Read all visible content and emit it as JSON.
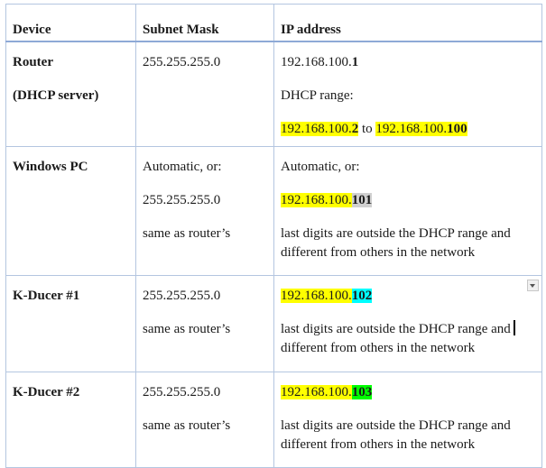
{
  "table": {
    "headers": [
      "Device",
      "Subnet Mask",
      "IP address"
    ],
    "rows": [
      {
        "device": [
          "Router",
          "(DHCP server)"
        ],
        "subnet": [
          "255.255.255.0"
        ],
        "ip": {
          "address_prefix": "192.168.100.",
          "address_suffix": "1",
          "range_label": "DHCP range:",
          "range_start_prefix": "192.168.100.",
          "range_start_suffix": "2",
          "range_to": "to",
          "range_end_prefix": "192.168.100.",
          "range_end_suffix": "100"
        }
      },
      {
        "device": [
          "Windows PC"
        ],
        "subnet": [
          "Automatic, or:",
          "255.255.255.0",
          "same as router’s"
        ],
        "ip": {
          "auto_label": "Automatic, or:",
          "address_prefix": "192.168.100.",
          "address_suffix": "101",
          "note": "last digits are outside the DHCP range and different from others in the network"
        }
      },
      {
        "device": [
          "K-Ducer #1"
        ],
        "subnet": [
          "255.255.255.0",
          "same as router’s"
        ],
        "ip": {
          "address_prefix": "192.168.100.",
          "address_suffix": "102",
          "note_line1": "last digits are outside the DHCP range and",
          "note_line2": "different from others in the network"
        }
      },
      {
        "device": [
          "K-Ducer #2"
        ],
        "subnet": [
          "255.255.255.0",
          "same as router’s"
        ],
        "ip": {
          "address_prefix": "192.168.100.",
          "address_suffix": "103",
          "note": "last digits are outside the DHCP range and different from others in the network"
        }
      }
    ]
  },
  "colors": {
    "border": "#b4c6e0",
    "header_rule": "#8ea9d6",
    "highlight_yellow": "#ffff00",
    "highlight_gray": "#d0d0d0",
    "highlight_cyan": "#00ffff",
    "highlight_green": "#00ff00"
  }
}
